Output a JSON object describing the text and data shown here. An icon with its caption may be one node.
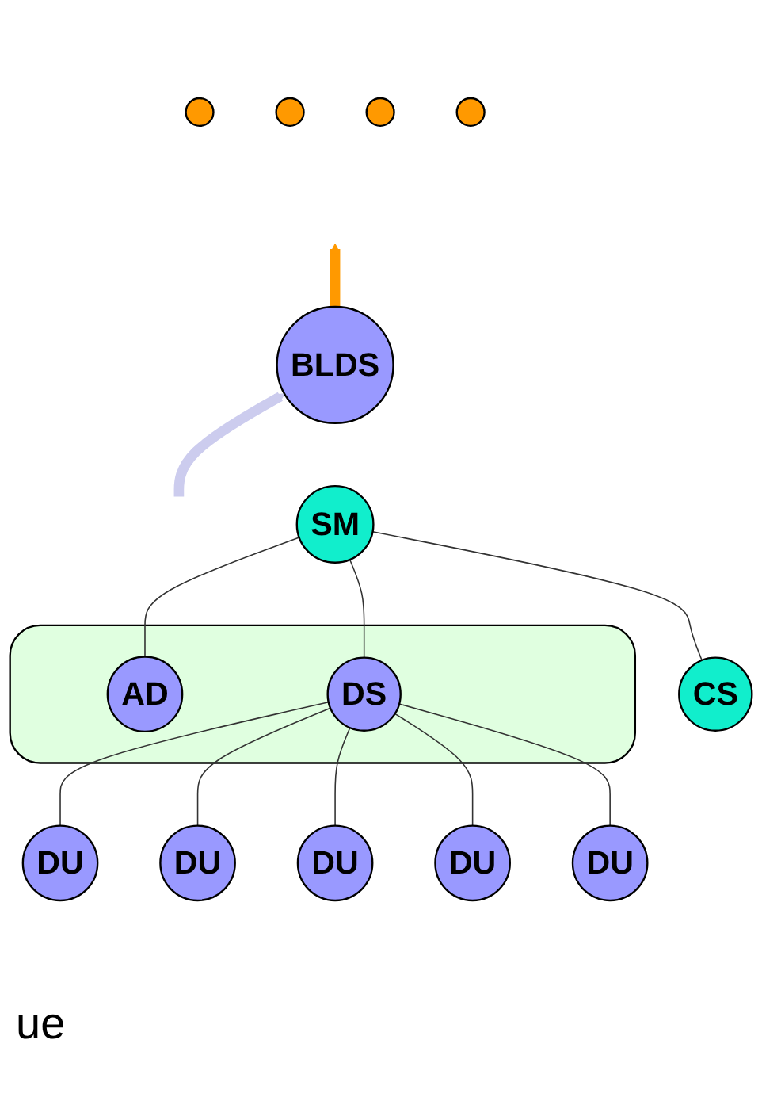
{
  "diagram": {
    "nodes": [
      {
        "text": [],
        "shape": "circle"
      },
      {
        "text": [],
        "shape": "circle"
      },
      {
        "text": [],
        "shape": "circle"
      },
      {
        "text": [],
        "shape": "circle"
      },
      {
        "text": [
          "BLDS"
        ]
      },
      {
        "text": [
          "SM"
        ]
      },
      {
        "text": [
          "CS"
        ]
      },
      {
        "text": [],
        "shape": "box"
      },
      {
        "text": [
          "AD"
        ],
        "in": 7
      },
      {
        "text": [
          "DS"
        ],
        "in": 7
      },
      {
        "text": [
          "DU"
        ]
      },
      {
        "text": [
          "DU"
        ]
      },
      {
        "text": [
          "DU"
        ]
      },
      {
        "text": [
          "DU"
        ]
      },
      {
        "text": [
          "DU"
        ]
      }
    ],
    "edges": [
      {
        "from": 4,
        "to": null,
        "arrow": "to",
        "style": "thick",
        "color": "#ff9900"
      },
      {
        "from": null,
        "to": 4,
        "arrow": "to",
        "style": "thick",
        "color": "#ccccee"
      },
      {
        "from": 5,
        "to": 6,
        "arrow": "none"
      },
      {
        "from": 5,
        "to": 8,
        "arrow": "none"
      },
      {
        "from": 5,
        "to": 9,
        "arrow": "none"
      },
      {
        "from": 9,
        "to": 10,
        "arrow": "none"
      },
      {
        "from": 9,
        "to": 11,
        "arrow": "none"
      },
      {
        "from": 9,
        "to": 12,
        "arrow": "none"
      },
      {
        "from": 9,
        "to": 13,
        "arrow": "none"
      },
      {
        "from": 9,
        "to": 14,
        "arrow": "none"
      }
    ],
    "labels": [
      "ue"
    ]
  }
}
